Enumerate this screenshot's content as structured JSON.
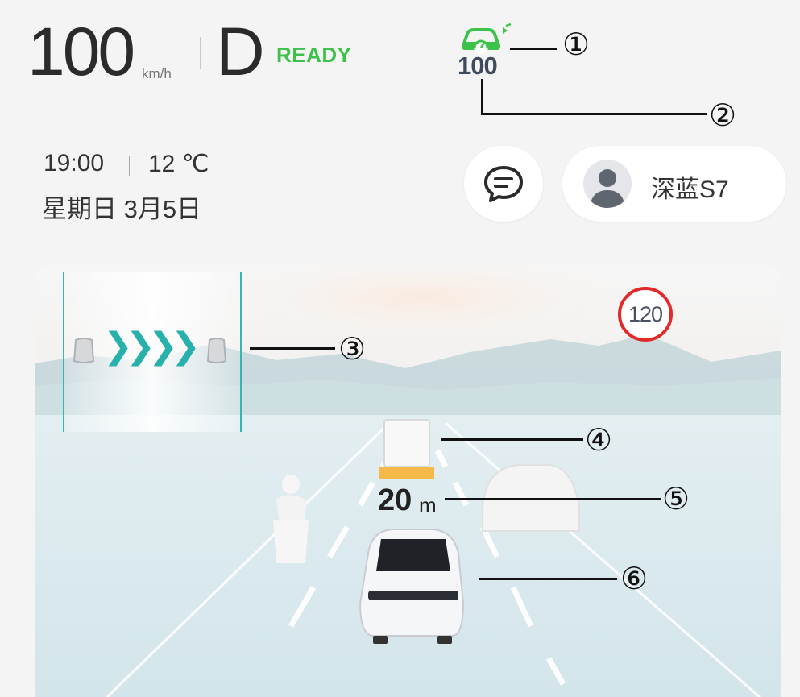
{
  "status": {
    "speed": "100",
    "speed_unit": "km/h",
    "gear": "D",
    "ready": "READY",
    "acc_set_speed": "100",
    "time": "19:00",
    "temperature": "12 ℃",
    "date": "星期日 3月5日"
  },
  "profile": {
    "name": "深蓝S7"
  },
  "scene": {
    "speed_limit": "120",
    "follow_distance": "20",
    "follow_distance_unit": "m"
  },
  "callouts": [
    "①",
    "②",
    "③",
    "④",
    "⑤",
    "⑥"
  ],
  "colors": {
    "ready_green": "#3cc24a",
    "lane_teal": "#28b0ab",
    "limit_red": "#e22a2a",
    "lead_vehicle_orange": "#f5a623"
  },
  "icons": {
    "acc": "acc-cruise-car-icon",
    "message": "message-bubble-icon",
    "avatar": "user-avatar-icon",
    "lane_change": "lane-change-arrows-icon"
  }
}
